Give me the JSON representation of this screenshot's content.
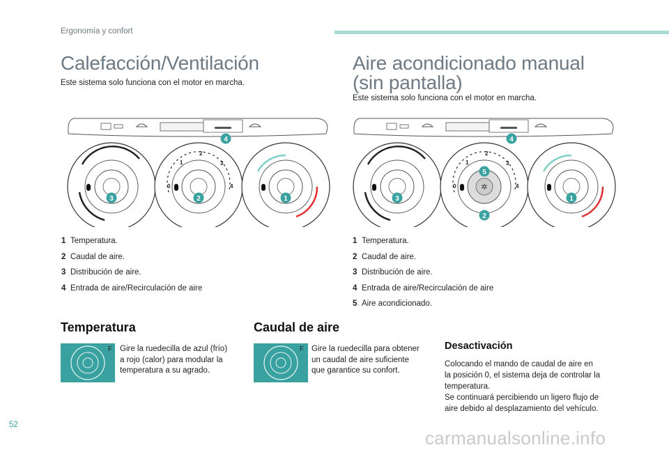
{
  "header": {
    "section": "Ergonomía y confort"
  },
  "left": {
    "title": "Calefacción/Ventilación",
    "lead": "Este sistema solo funciona con el motor en marcha.",
    "legend": [
      {
        "num": "1",
        "text": "Temperatura."
      },
      {
        "num": "2",
        "text": "Caudal de aire."
      },
      {
        "num": "3",
        "text": "Distribución de aire."
      },
      {
        "num": "4",
        "text": "Entrada de aire/Recirculación de aire"
      }
    ]
  },
  "right": {
    "title_line1": "Aire acondicionado manual",
    "title_line2": "(sin pantalla)",
    "lead": "Este sistema solo funciona con el motor en marcha.",
    "legend": [
      {
        "num": "1",
        "text": "Temperatura."
      },
      {
        "num": "2",
        "text": "Caudal de aire."
      },
      {
        "num": "3",
        "text": "Distribución de aire."
      },
      {
        "num": "4",
        "text": "Entrada de aire/Recirculación de aire"
      },
      {
        "num": "5",
        "text": "Aire acondicionado."
      }
    ]
  },
  "dial_labels": {
    "callout_1": "1",
    "callout_2": "2",
    "callout_3": "3",
    "callout_4": "4",
    "callout_5": "5",
    "fan_0": "0",
    "fan_1": "1",
    "fan_2": "2",
    "fan_3": "3",
    "fan_4": "4"
  },
  "temperatura": {
    "heading": "Temperatura",
    "bullet_mark": "F",
    "bullet": [
      "Gire la ruedecilla de azul (frío)",
      "a rojo (calor) para modular la",
      "temperatura a su agrado."
    ]
  },
  "caudal": {
    "heading": "Caudal de aire",
    "bullet_mark": "F",
    "bullet": [
      "Gire la ruedecilla para obtener",
      "un caudal de aire suficiente",
      "que garantice su confort."
    ]
  },
  "desactivacion": {
    "heading": "Desactivación",
    "lines": [
      "Colocando el mando de caudal de aire en",
      "la posición 0, el sistema deja de controlar la",
      "temperatura.",
      "Se continuará percibiendo un ligero flujo de",
      "aire debido al desplazamiento del vehículo."
    ]
  },
  "colors": {
    "accent": "#39a2a0",
    "heading_gray": "#6d7a83",
    "header_bar": "#a9dcd6",
    "cold": "#7fd0c8",
    "hot": "#e03030"
  },
  "footer": {
    "page": "52",
    "watermark": "carmanualsonline.info"
  }
}
